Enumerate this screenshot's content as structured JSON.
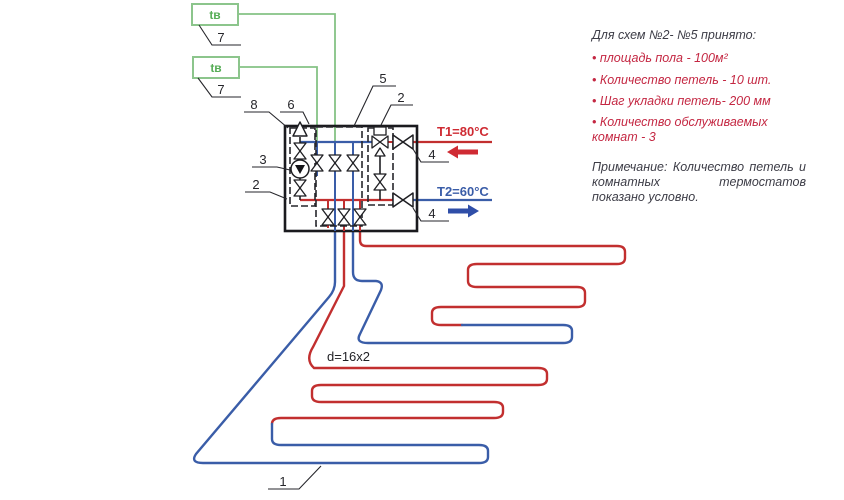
{
  "diagram": {
    "thermostats": [
      {
        "label": "tв"
      },
      {
        "label": "tв"
      }
    ],
    "callouts": {
      "c7_upper": "7",
      "c7_lower": "7",
      "c8": "8",
      "c6": "6",
      "c5": "5",
      "c2_top": "2",
      "c3": "3",
      "c2_left": "2",
      "c4_top": "4",
      "c4_bottom": "4",
      "c1": "1"
    },
    "pipe_labels": {
      "supply": "T1=80°C",
      "return": "T2=60°C",
      "pipe_size": "d=16x2"
    },
    "colors": {
      "supply_red": "#c22f2f",
      "return_blue": "#3a5da8",
      "signal_green": "#85c285",
      "line_black": "#1f1f23"
    }
  },
  "notes_panel": {
    "header": "Для схем №2- №5 принято:",
    "bullets": [
      "• площадь пола  - 100м²",
      "• Количество петель - 10 шт.",
      "• Шаг укладки петель- 200 мм",
      "• Количество обслуживаемых комнат - 3"
    ],
    "note": "Примечание: Количество петель и комнатных термостатов показано условно."
  }
}
